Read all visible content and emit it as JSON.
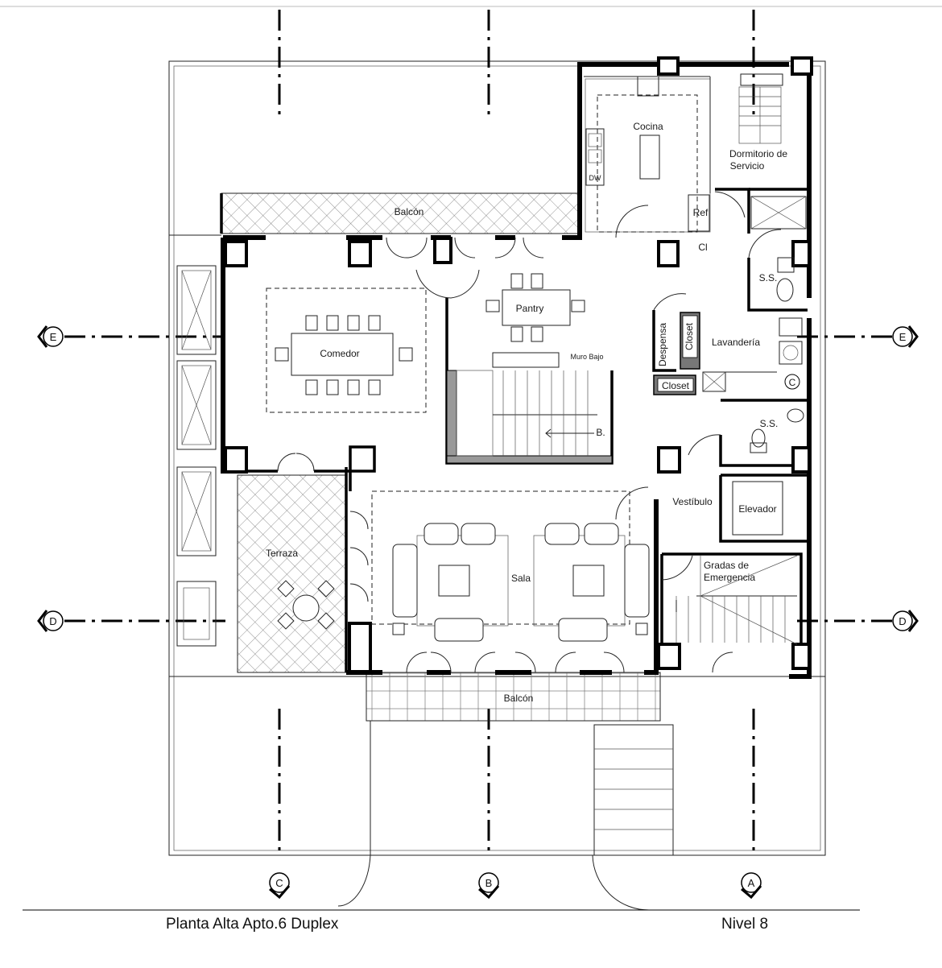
{
  "drawing": {
    "title": "Planta Alta Apto.6 Duplex",
    "level": "Nivel 8"
  },
  "rooms": {
    "cocina": "Cocina",
    "dormitorio_1": "Dormitorio de",
    "dormitorio_2": "Servicio",
    "balcon_top": "Balcón",
    "ref": "Ref",
    "cl": "Cl",
    "dw": "DW",
    "ss_top": "S.S.",
    "pantry": "Pantry",
    "comedor": "Comedor",
    "muro_bajo": "Muro Bajo",
    "despensa": "Despensa",
    "closet_v": "Closet",
    "lavanderia": "Lavandería",
    "closet_h": "Closet",
    "c_mark": "C",
    "ss_bottom": "S.S.",
    "stair_b": "B.",
    "vestibulo": "Vestíbulo",
    "elevador": "Elevador",
    "terraza": "Terraza",
    "sala": "Sala",
    "gradas_1": "Gradas de",
    "gradas_2": "Emergencia",
    "balcon_bottom": "Balcón"
  },
  "grid_axes": {
    "bottom": [
      "C",
      "B",
      "A"
    ],
    "side": [
      "E",
      "D"
    ]
  }
}
